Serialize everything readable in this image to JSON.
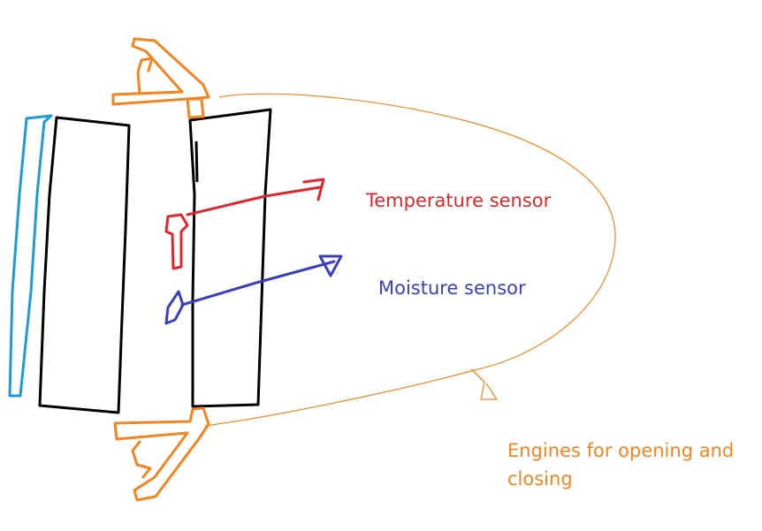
{
  "labels": {
    "temperature_sensor": "Temperature sensor",
    "moisture_sensor": "Moisture sensor",
    "engines": "Engines for opening and closing"
  },
  "colors": {
    "frame": "#000000",
    "glass": "#1e9bd7",
    "temperature": "#e0252d",
    "moisture": "#3a3fc0",
    "engines": "#f5841f"
  },
  "icons": [
    "temperature-sensor-icon",
    "moisture-sensor-icon",
    "hinge-engine-icon"
  ]
}
